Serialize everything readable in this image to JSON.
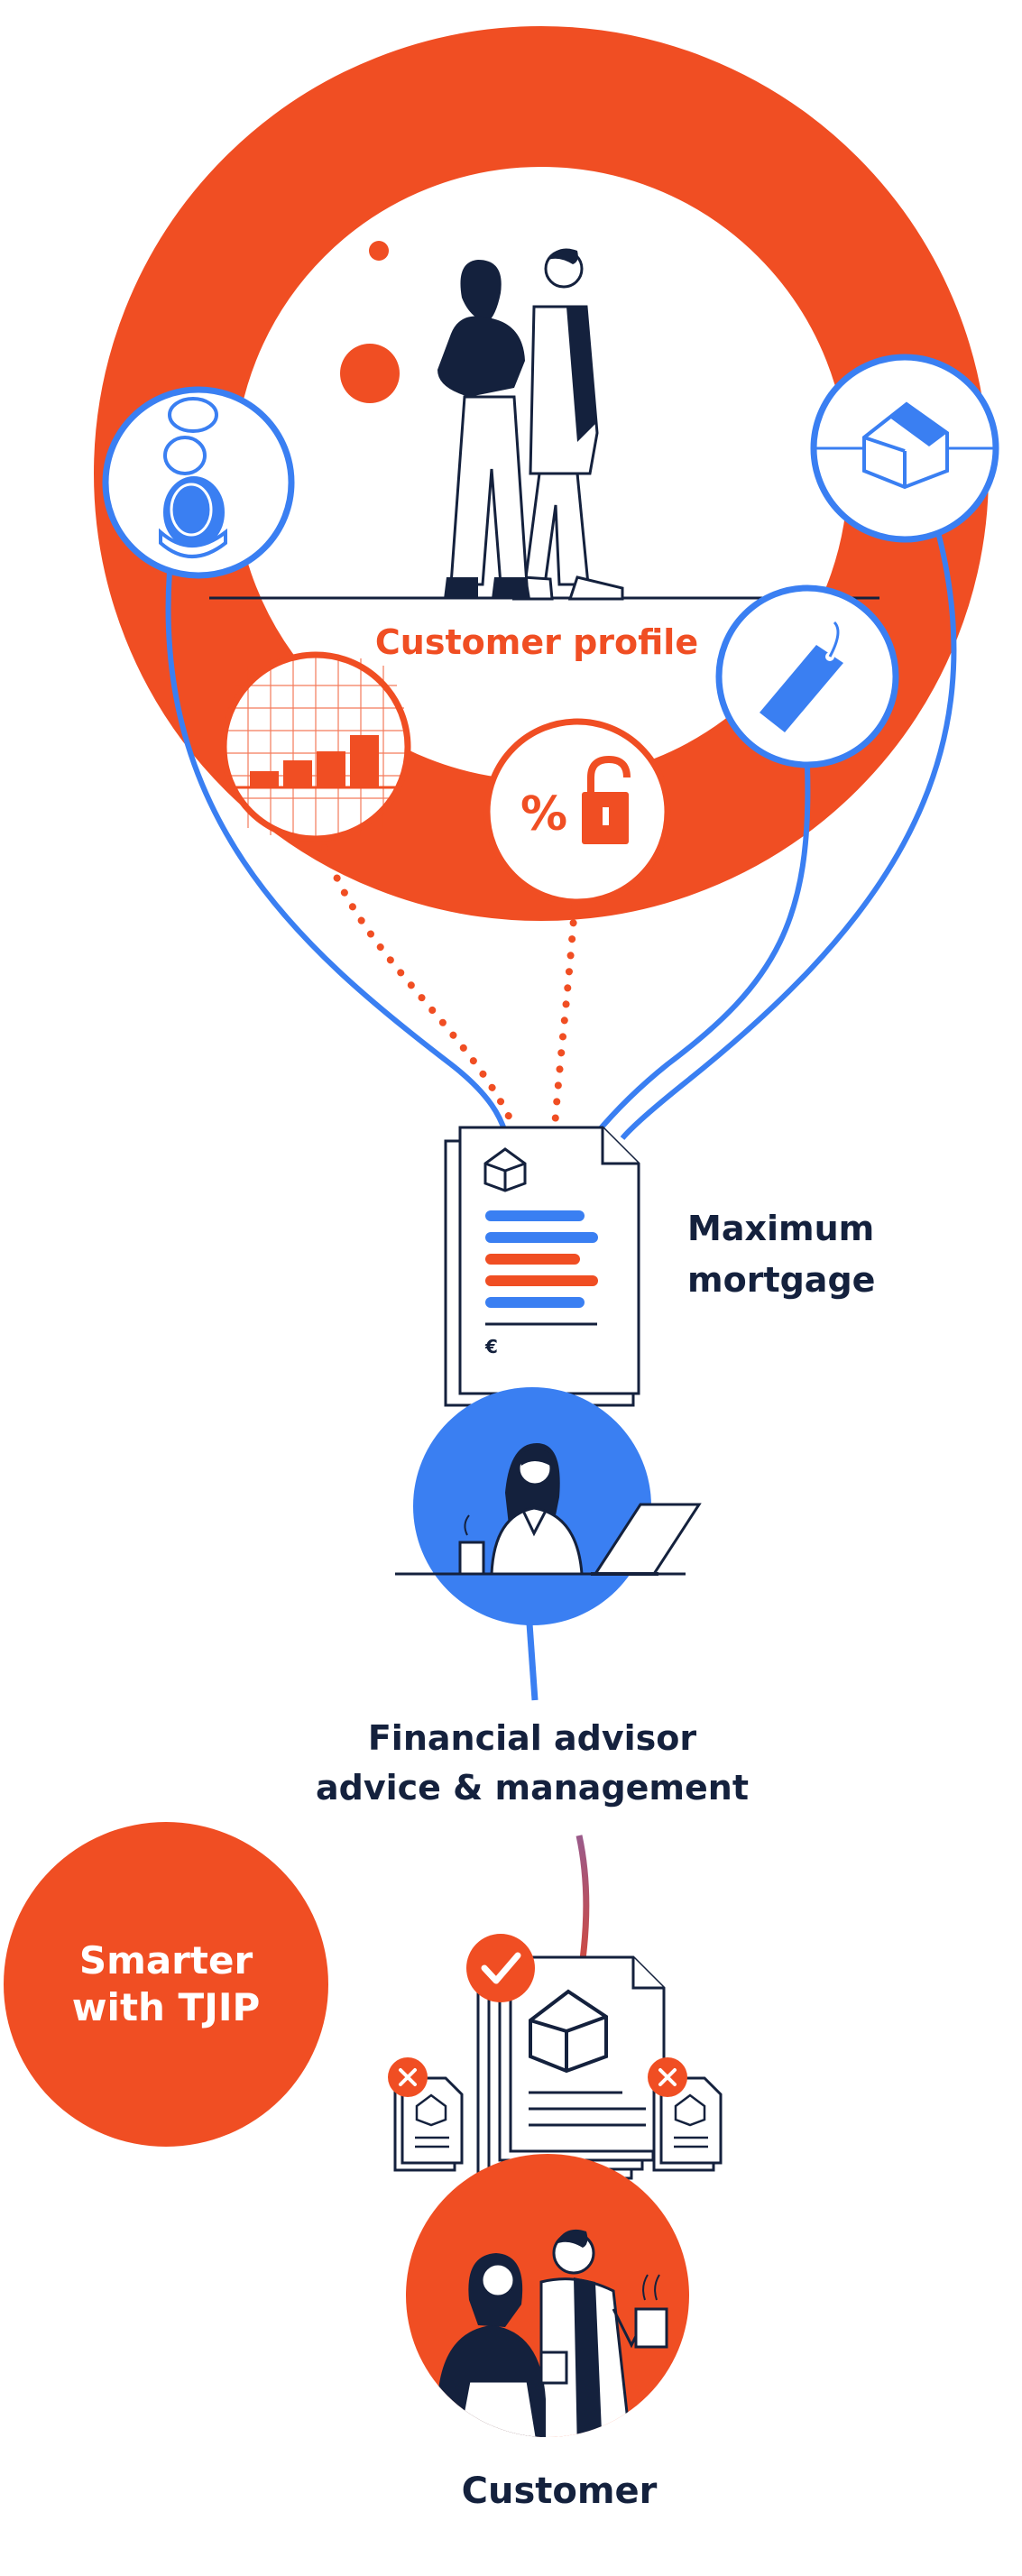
{
  "labels": {
    "customer_profile": "Customer profile",
    "maximum_mortgage_line1": "Maximum",
    "maximum_mortgage_line2": "mortgage",
    "advisor_line1": "Financial advisor",
    "advisor_line2": "advice & management",
    "badge_line1": "Smarter",
    "badge_line2": "with TJIP",
    "customer": "Customer",
    "currency_symbol": "€",
    "percent_symbol": "%"
  },
  "icons": [
    "coins-icon",
    "house-outline-icon",
    "price-tag-icon",
    "bar-chart-icon",
    "percent-icon",
    "unlocked-padlock-icon",
    "mortgage-document-icon",
    "check-icon",
    "reject-x-icon"
  ],
  "colors": {
    "orange": "#f04e23",
    "blue": "#3a7ff2",
    "navy": "#14213d",
    "white": "#ffffff"
  }
}
